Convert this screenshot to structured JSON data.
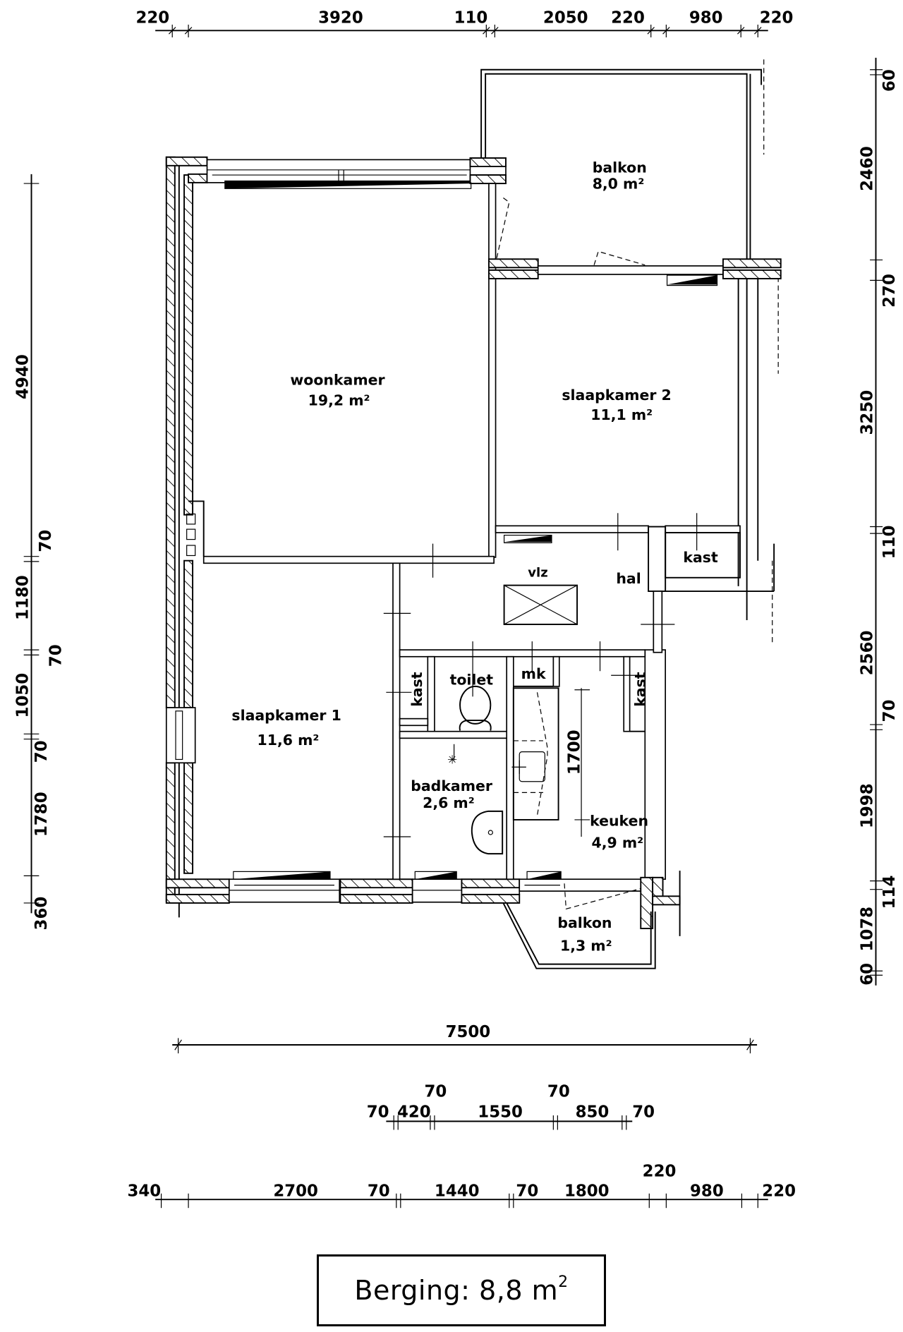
{
  "drawing": {
    "type": "floor-plan",
    "rooms": [
      {
        "id": "balkon-top",
        "name": "balkon",
        "area": "8,0 m²"
      },
      {
        "id": "woonkamer",
        "name": "woonkamer",
        "area": "19,2 m²"
      },
      {
        "id": "slaapkamer-2",
        "name": "slaapkamer 2",
        "area": "11,1 m²"
      },
      {
        "id": "kast-hal",
        "name": "kast"
      },
      {
        "id": "hal",
        "name": "hal"
      },
      {
        "id": "vlz",
        "name": "vlz"
      },
      {
        "id": "kast-left",
        "name": "kast"
      },
      {
        "id": "toilet",
        "name": "toilet"
      },
      {
        "id": "mk",
        "name": "mk"
      },
      {
        "id": "kast-kitchen",
        "name": "kast"
      },
      {
        "id": "slaapkamer-1",
        "name": "slaapkamer 1",
        "area": "11,6 m²"
      },
      {
        "id": "badkamer",
        "name": "badkamer",
        "area": "2,6 m²"
      },
      {
        "id": "keuken",
        "name": "keuken",
        "area": "4,9 m²"
      },
      {
        "id": "balkon-bottom",
        "name": "balkon",
        "area": "1,3 m²"
      }
    ],
    "kitchen_dimension": "1700",
    "dimensions": {
      "top": [
        "220",
        "3920",
        "110",
        "2050",
        "220",
        "980",
        "220"
      ],
      "right": [
        "60",
        "2460",
        "270",
        "3250",
        "110",
        "2560",
        "70",
        "1998",
        "114",
        "1078",
        "60"
      ],
      "left": [
        "4940",
        "70",
        "1180",
        "70",
        "1050",
        "70",
        "1780",
        "360"
      ],
      "bottom_total": "7500",
      "bottom_inner": [
        "70",
        "420",
        "70",
        "1550",
        "70",
        "850",
        "70"
      ],
      "bottom_outer": [
        "340",
        "2700",
        "70",
        "1440",
        "70",
        "1800",
        "220",
        "980",
        "220"
      ]
    },
    "berging": {
      "label": "Berging: 8,8 m",
      "superscript": "2"
    }
  }
}
